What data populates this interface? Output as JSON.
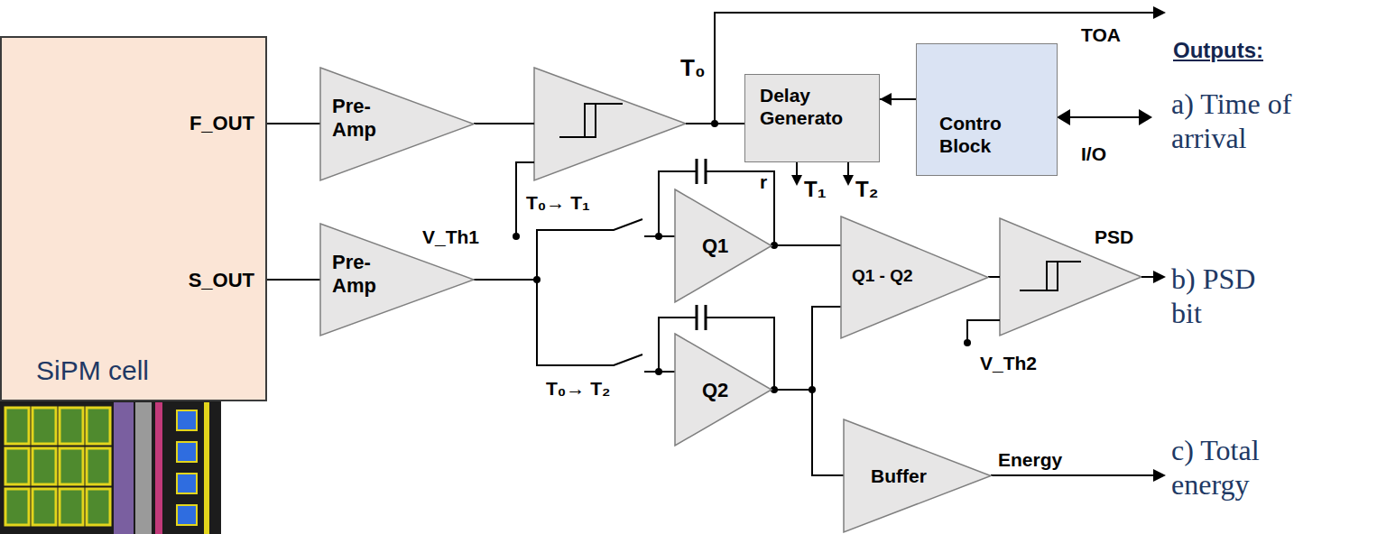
{
  "diagram": {
    "nodes": [
      {
        "text": [
          "F_OUT",
          "S_OUT",
          "SiPM cell"
        ]
      },
      {
        "text": [
          "Pre- Amp"
        ]
      },
      {
        "text": [
          "Delay Generato",
          "r"
        ]
      },
      {
        "text": [
          "Contro Block"
        ]
      },
      {
        "text": [
          "Pre- Amp"
        ]
      },
      {
        "text": [
          "Q1"
        ]
      },
      {
        "text": [
          "Q2"
        ]
      },
      {
        "text": [
          "Q1 - Q2"
        ]
      },
      {
        "text": [
          "Buffer"
        ]
      }
    ],
    "edges": [
      {
        "from": 0,
        "to": 1,
        "arrow": "none"
      },
      {
        "from": 0,
        "to": 4,
        "arrow": "none"
      },
      {
        "from": 3,
        "to": 2,
        "arrow": "to"
      },
      {
        "from": 4,
        "to": 5,
        "arrow": "none"
      },
      {
        "from": 4,
        "to": 6,
        "arrow": "none"
      },
      {
        "from": 5,
        "to": 7,
        "arrow": "none"
      },
      {
        "from": 6,
        "to": 7,
        "arrow": "none"
      },
      {
        "from": 6,
        "to": 8,
        "arrow": "none"
      }
    ],
    "labels": [
      "T₀",
      "TOA",
      "V_Th1",
      "T₁",
      "T₂",
      "I/O",
      "T₀→ T₁",
      "T₀→ T₂",
      "PSD",
      "V_Th2",
      "Energy",
      "Outputs:",
      "a) Time of arrival",
      "b) PSD bit",
      "c) Total energy"
    ]
  }
}
